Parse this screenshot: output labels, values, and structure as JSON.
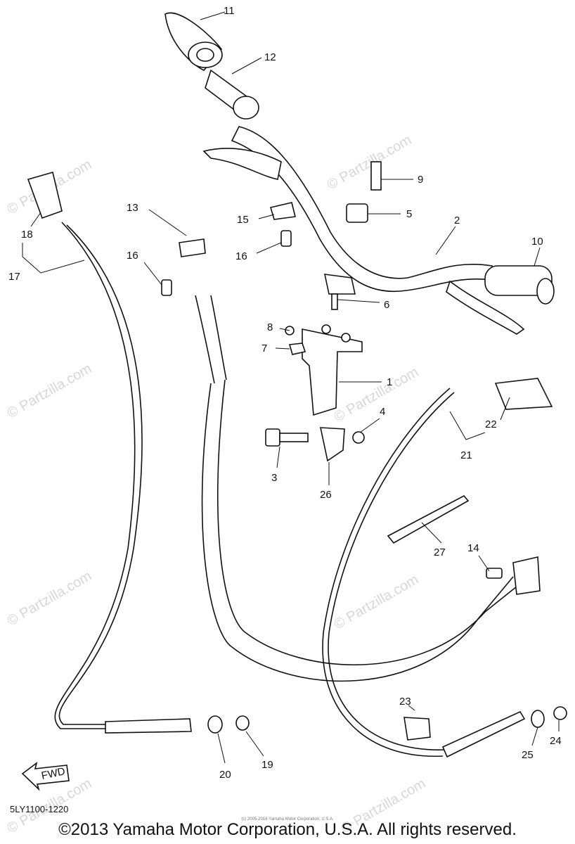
{
  "parts": [
    "1",
    "2",
    "3",
    "4",
    "5",
    "6",
    "7",
    "8",
    "9",
    "10",
    "11",
    "12",
    "13",
    "14",
    "15",
    "16",
    "16",
    "17",
    "18",
    "19",
    "20",
    "21",
    "22",
    "23",
    "24",
    "25",
    "26",
    "27"
  ],
  "direction_label": "FWD",
  "diagram_code": "5LY1100-1220",
  "copyright": "©2013 Yamaha Motor Corporation, U.S.A. All rights reserved.",
  "fine_print": "(c) 2005-2016 Yamaha Motor Corporation, U.S.A.",
  "watermark": "© Partzilla.com"
}
